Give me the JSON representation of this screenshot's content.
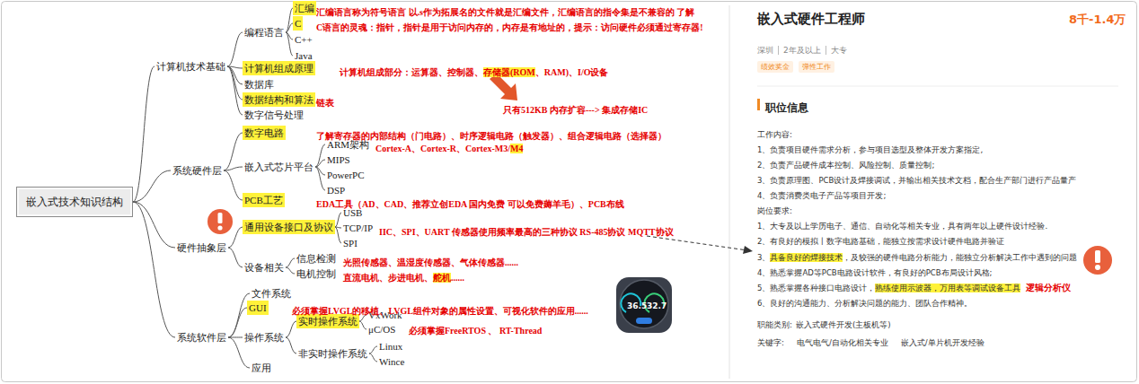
{
  "diagram": {
    "nodes": [
      {
        "text": [
          "嵌入式技术知识结构"
        ]
      },
      {
        "text": [
          "计算机技术基础"
        ]
      },
      {
        "text": [
          "编程语言"
        ]
      },
      {
        "text": [
          "汇编"
        ]
      },
      {
        "text": [
          "C"
        ]
      },
      {
        "text": [
          "C++"
        ]
      },
      {
        "text": [
          "Java"
        ]
      },
      {
        "text": [
          "计算机组成原理"
        ]
      },
      {
        "text": [
          "数据库"
        ]
      },
      {
        "text": [
          "数据结构和算法"
        ]
      },
      {
        "text": [
          "数字信号处理"
        ]
      },
      {
        "text": [
          "系统硬件层"
        ]
      },
      {
        "text": [
          "数字电路"
        ]
      },
      {
        "text": [
          "嵌入式芯片平台"
        ]
      },
      {
        "text": [
          "ARM架构"
        ]
      },
      {
        "text": [
          "MIPS"
        ]
      },
      {
        "text": [
          "PowerPC"
        ]
      },
      {
        "text": [
          "DSP"
        ]
      },
      {
        "text": [
          "PCB工艺"
        ]
      },
      {
        "text": [
          "硬件抽象层"
        ]
      },
      {
        "text": [
          "通用设备接口及协议"
        ]
      },
      {
        "text": [
          "USB"
        ]
      },
      {
        "text": [
          "TCP/IP"
        ]
      },
      {
        "text": [
          "SPI"
        ]
      },
      {
        "text": [
          "设备相关"
        ]
      },
      {
        "text": [
          "信息检测"
        ]
      },
      {
        "text": [
          "电机控制"
        ]
      },
      {
        "text": [
          "系统软件层"
        ]
      },
      {
        "text": [
          "文件系统"
        ]
      },
      {
        "text": [
          "GUI"
        ]
      },
      {
        "text": [
          "操作系统"
        ]
      },
      {
        "text": [
          "实时操作系统"
        ]
      },
      {
        "text": [
          "VxWork"
        ]
      },
      {
        "text": [
          "μC/OS"
        ]
      },
      {
        "text": [
          "非实时操作系统"
        ]
      },
      {
        "text": [
          "Linux"
        ]
      },
      {
        "text": [
          "Wince"
        ]
      },
      {
        "text": [
          "应用"
        ]
      },
      {
        "text": [
          "绩效奖金"
        ]
      },
      {
        "text": [
          "弹性工作"
        ]
      }
    ],
    "edges": [
      {
        "from": 0,
        "to": 1,
        "arrow": "none"
      },
      {
        "from": 0,
        "to": 11,
        "arrow": "none"
      },
      {
        "from": 0,
        "to": 19,
        "arrow": "none"
      },
      {
        "from": 0,
        "to": 27,
        "arrow": "none"
      },
      {
        "from": 1,
        "to": 2,
        "arrow": "none"
      },
      {
        "from": 1,
        "to": 7,
        "arrow": "none"
      },
      {
        "from": 1,
        "to": 8,
        "arrow": "none"
      },
      {
        "from": 1,
        "to": 9,
        "arrow": "none"
      },
      {
        "from": 1,
        "to": 10,
        "arrow": "none"
      },
      {
        "from": 2,
        "to": 3,
        "arrow": "none"
      },
      {
        "from": 2,
        "to": 4,
        "arrow": "none"
      },
      {
        "from": 2,
        "to": 5,
        "arrow": "none"
      },
      {
        "from": 2,
        "to": 6,
        "arrow": "none"
      },
      {
        "from": 11,
        "to": 12,
        "arrow": "none"
      },
      {
        "from": 11,
        "to": 13,
        "arrow": "none"
      },
      {
        "from": 11,
        "to": 18,
        "arrow": "none"
      },
      {
        "from": 13,
        "to": 14,
        "arrow": "none"
      },
      {
        "from": 13,
        "to": 15,
        "arrow": "none"
      },
      {
        "from": 13,
        "to": 16,
        "arrow": "none"
      },
      {
        "from": 13,
        "to": 17,
        "arrow": "none"
      },
      {
        "from": 19,
        "to": 20,
        "arrow": "none"
      },
      {
        "from": 19,
        "to": 24,
        "arrow": "none"
      },
      {
        "from": 20,
        "to": 21,
        "arrow": "none"
      },
      {
        "from": 20,
        "to": 22,
        "arrow": "none"
      },
      {
        "from": 20,
        "to": 23,
        "arrow": "none"
      },
      {
        "from": 24,
        "to": 25,
        "arrow": "none"
      },
      {
        "from": 24,
        "to": 26,
        "arrow": "none"
      },
      {
        "from": 27,
        "to": 28,
        "arrow": "none"
      },
      {
        "from": 27,
        "to": 29,
        "arrow": "none"
      },
      {
        "from": 27,
        "to": 30,
        "arrow": "none"
      },
      {
        "from": 27,
        "to": 37,
        "arrow": "none"
      },
      {
        "from": 30,
        "to": 31,
        "arrow": "none"
      },
      {
        "from": 30,
        "to": 34,
        "arrow": "none"
      },
      {
        "from": 31,
        "to": 32,
        "arrow": "none"
      },
      {
        "from": 31,
        "to": 33,
        "arrow": "none"
      },
      {
        "from": 34,
        "to": 35,
        "arrow": "none"
      },
      {
        "from": 34,
        "to": 36,
        "arrow": "none"
      }
    ],
    "labels": [
      "汇编语言称为符号语言  以.s作为拓展名的文件就是汇编文件，汇编语言的指令集是不兼容的   了解",
      "C语言的灵魂：指针，指针是用于访问内存的，内存是有地址的，提示：访问硬件必须通过寄存器!",
      "计算机组成部分：运算器、控制器、",
      "存储器(ROM",
      "、RAM)、I/O设备",
      "只有512KB  内存扩容---> 集成存储IC",
      "链表",
      "了解寄存器的内部结构（门电路）、时序逻辑电路（触发器）、组合逻辑电路（选择器）",
      "Cortex-A、Cortex-R、Cortex-M3/",
      "M4",
      "EDA工具（AD、CAD、推荐立创EDA 国内免费 可以免费薅羊毛）、PCB布线",
      "IIC、SPI、UART 传感器使用频率最高的三种协议  RS-485协议  MQTT协议",
      "光照传感器、温湿度传感器、气体传感器......",
      "直流电机、步进电机、",
      "舵机",
      "......",
      "必须掌握LVGL的移植、LVGL组件对象的属性设置、可视化软件的应用......",
      "必须掌握FreeRTOS 、 RT-Thread",
      "36.5",
      "32.7",
      "嵌入式硬件工程师",
      "8千-1.4万",
      "深圳",
      "2年及以上",
      "大专",
      "职位信息",
      "工作内容:",
      "1、负责项目硬件需求分析，参与项目选型及整体开发方案指定,",
      "2、负责产品硬件成本控制、风险控制、质量控制;",
      "3、负责原理图、PCB设计及焊接调试，并输出相关技术文档，配合生产部门进行产品量产",
      "4、负责消费类电子产品等项目开发;",
      "岗位要求:",
      "1、大专及以上学历电子、通信、自动化等相关专业，具有两年以上硬件设计经验.",
      "2、有良好的模拟丨数字电路基础，能独立按需求设计硬件电路并验证",
      "3、",
      "具备良好的焊接技术",
      "，及较强的硬件电路分析能力，能独立分析解决工作中遇到的问题",
      "4、熟悉掌握AD等PCB电路设计软件，有良好的PCB布局设计风格;",
      "5、熟悉掌握各种接口电路设计，",
      "熟练使用示波器，万用表等调试设备工具",
      "逻辑分析仪",
      "6、良好的沟通能力、分析解决问题的能力、团队合作精神。",
      "职能类别:",
      "嵌入式硬件开发(主板机等)",
      "关键字:",
      "电气电气/自动化相关专业",
      "嵌入式/单片机开发经验"
    ]
  }
}
